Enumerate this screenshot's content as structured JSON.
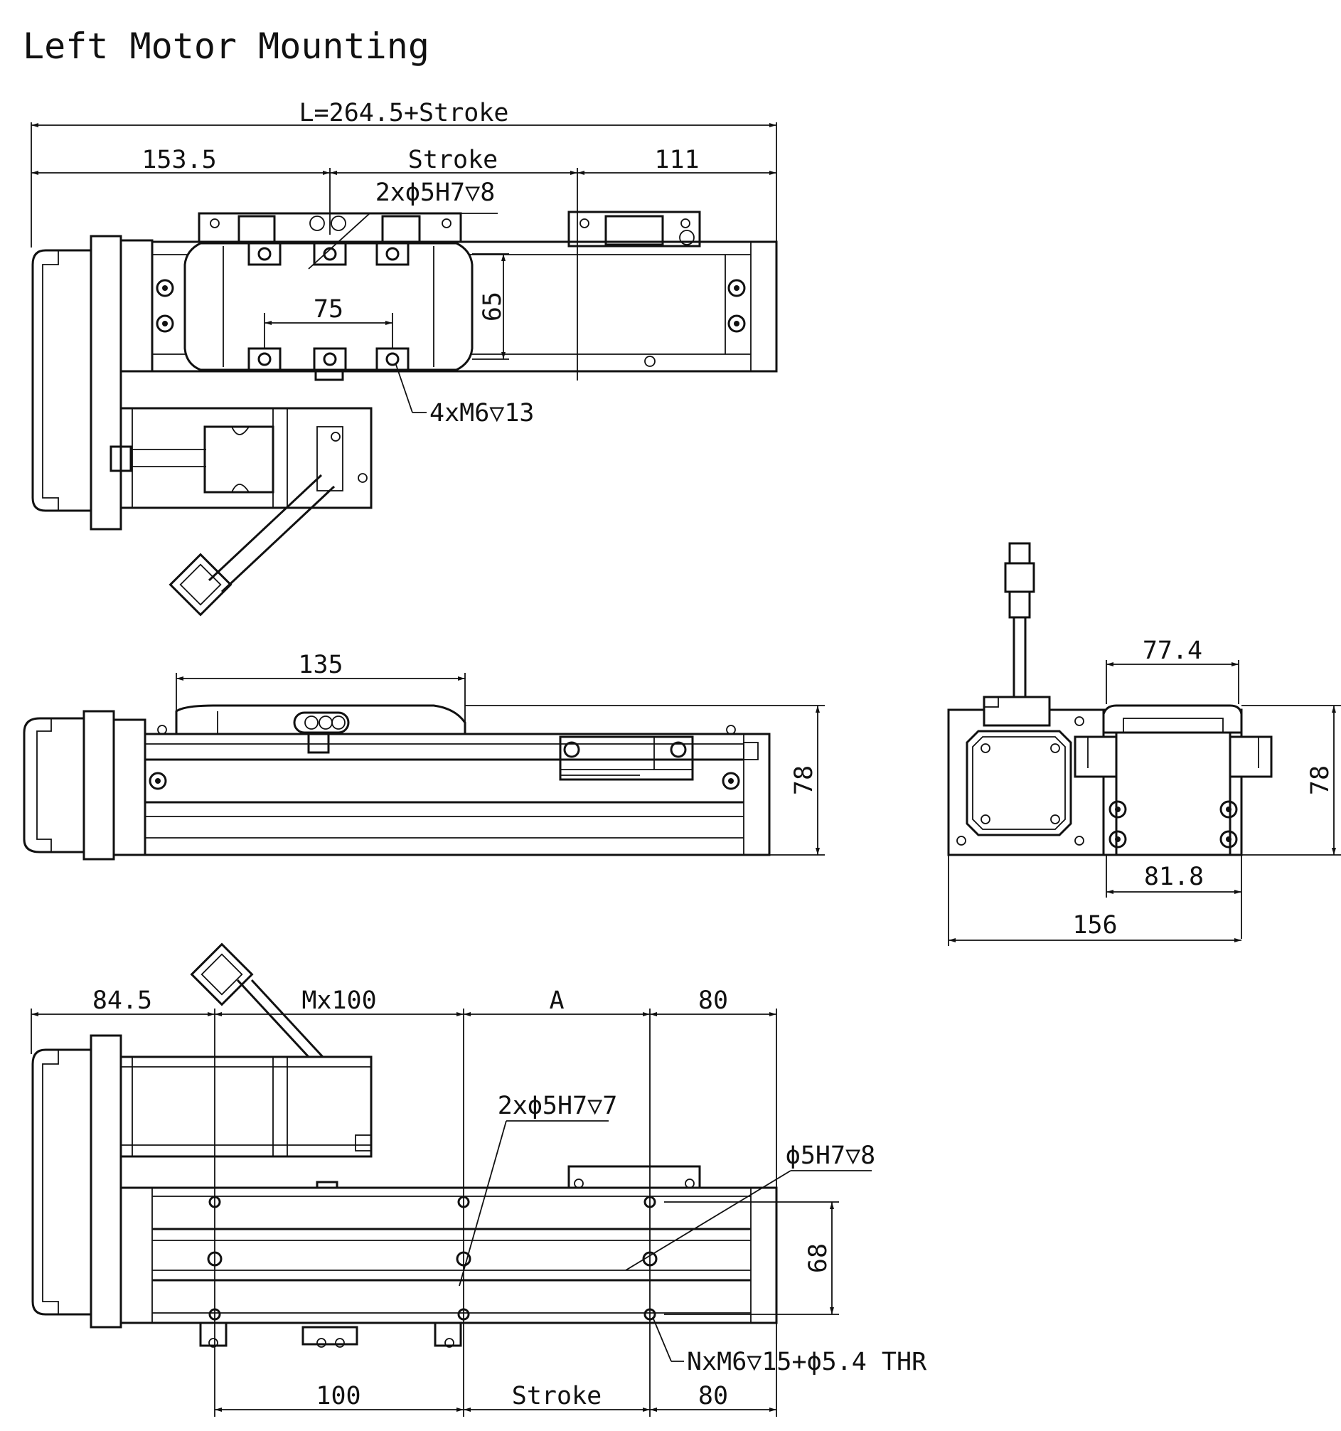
{
  "title": "Left Motor Mounting",
  "top_view": {
    "overall": "L=264.5+Stroke",
    "left": "153.5",
    "stroke": "Stroke",
    "right": "111",
    "pin_callout": "2xϕ5H7▽8",
    "hole_spacing": "75",
    "hole_pitch": "65",
    "thread_callout": "4xM6▽13"
  },
  "side_view": {
    "carriage_length": "135",
    "height": "78"
  },
  "end_view": {
    "carriage_width": "77.4",
    "height": "78",
    "body_width": "81.8",
    "overall_width": "156"
  },
  "bottom_view": {
    "left": "84.5",
    "pitch": "Mx100",
    "a": "A",
    "right_top": "80",
    "pin_callout": "2xϕ5H7▽7",
    "pin_callout_single": "ϕ5H7▽8",
    "rail_spacing": "68",
    "first_hole": "100",
    "stroke": "Stroke",
    "right_bottom": "80",
    "thread_callout": "NxM6▽15+ϕ5.4 THR"
  }
}
